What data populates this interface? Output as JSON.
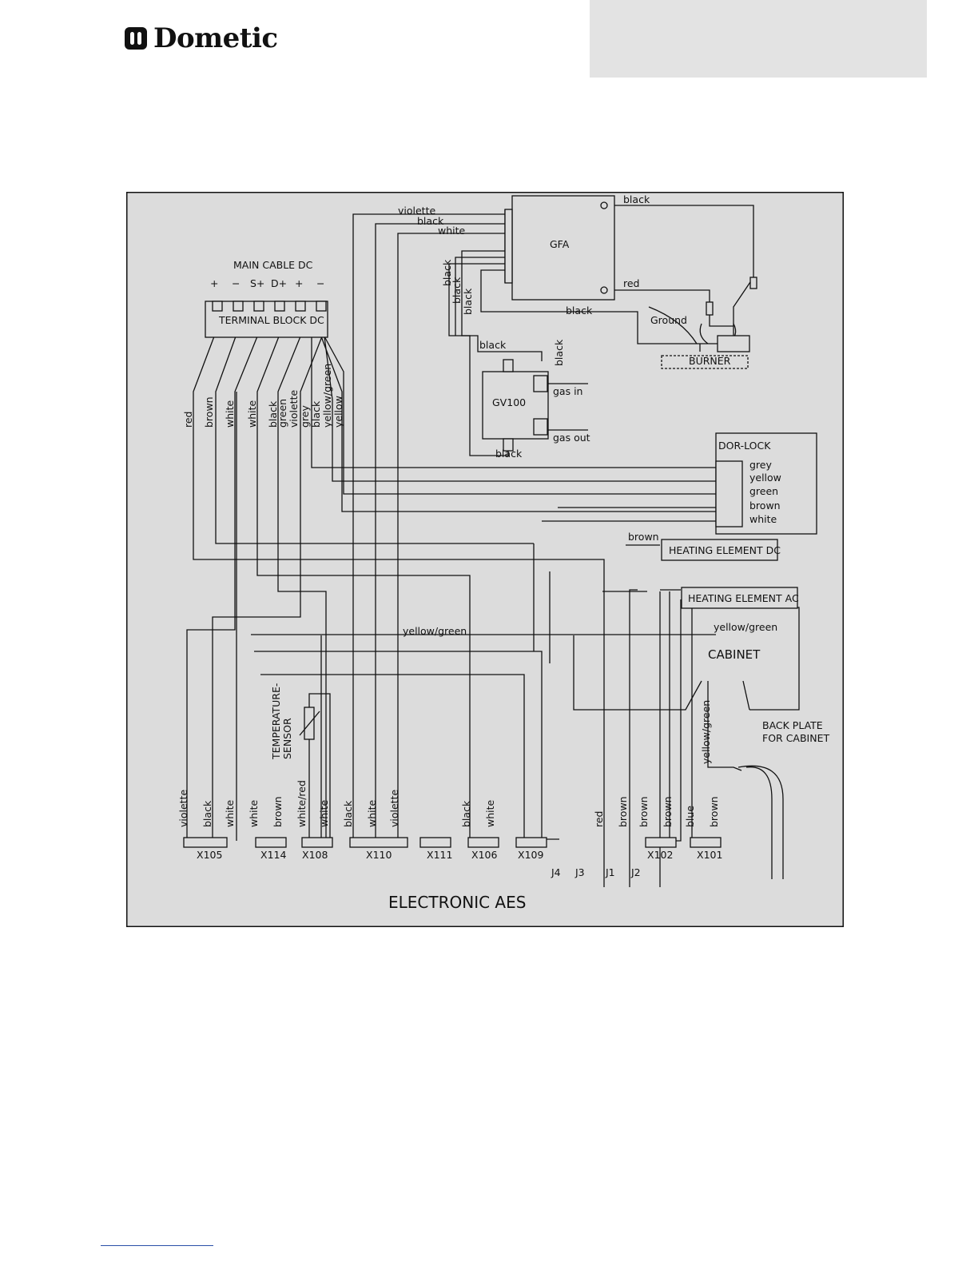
{
  "header": {
    "brand": "Dometic"
  },
  "diagram": {
    "components": {
      "main_cable": "MAIN CABLE DC",
      "terminal_block": "TERMINAL BLOCK DC",
      "gfa": "GFA",
      "gv100": "GV100",
      "burner": "BURNER",
      "ground": "Ground",
      "door_lock": "DOR-LOCK",
      "heating_dc": "HEATING ELEMENT DC",
      "heating_ac": "HEATING ELEMENT AC",
      "cabinet": "CABINET",
      "back_plate_1": "BACK PLATE",
      "back_plate_2": "FOR CABINET",
      "temp_sensor_1": "TEMPERATURE-",
      "temp_sensor_2": "SENSOR",
      "electronic": "ELECTRONIC AES",
      "gas_in": "gas in",
      "gas_out": "gas out"
    },
    "terminal_signs": [
      "+",
      "−",
      "S+",
      "D+",
      "+",
      "−"
    ],
    "door_lock_wires": [
      "grey",
      "yellow",
      "green",
      "brown",
      "white"
    ],
    "gfa_wires": {
      "violette": "violette",
      "black_1": "black",
      "white": "white",
      "top_black": "black",
      "red": "red",
      "black_burner": "black",
      "black_v1": "black",
      "black_v2": "black",
      "black_v3": "black",
      "black_gv": "black",
      "black_gv_right": "black",
      "black_gv_bottom": "black"
    },
    "block_wires": [
      "red",
      "brown",
      "white",
      "white",
      "black",
      "green",
      "violette",
      "grey",
      "black",
      "yellow/green",
      "yellow"
    ],
    "misc_wires": {
      "brown_dc": "brown",
      "yellow_green_mid": "yellow/green",
      "yellow_green_ac": "yellow/green",
      "yellow_green_vertical": "yellow/green"
    },
    "bottom_wires": {
      "x105": [
        "violette",
        "black",
        "white"
      ],
      "x114": [
        "white",
        "brown"
      ],
      "x108": [
        "white/red",
        "white"
      ],
      "x110": [
        "black",
        "white",
        "violette"
      ],
      "x106": [
        "black",
        "white"
      ],
      "j": [
        "red",
        "brown"
      ],
      "x102": [
        "brown",
        "brown"
      ],
      "x101": [
        "blue",
        "brown"
      ]
    },
    "connectors": [
      "X105",
      "X114",
      "X108",
      "X110",
      "X111",
      "X106",
      "X109",
      "X102",
      "X101"
    ],
    "jumpers": [
      "J4",
      "J3",
      "J1",
      "J2"
    ]
  }
}
